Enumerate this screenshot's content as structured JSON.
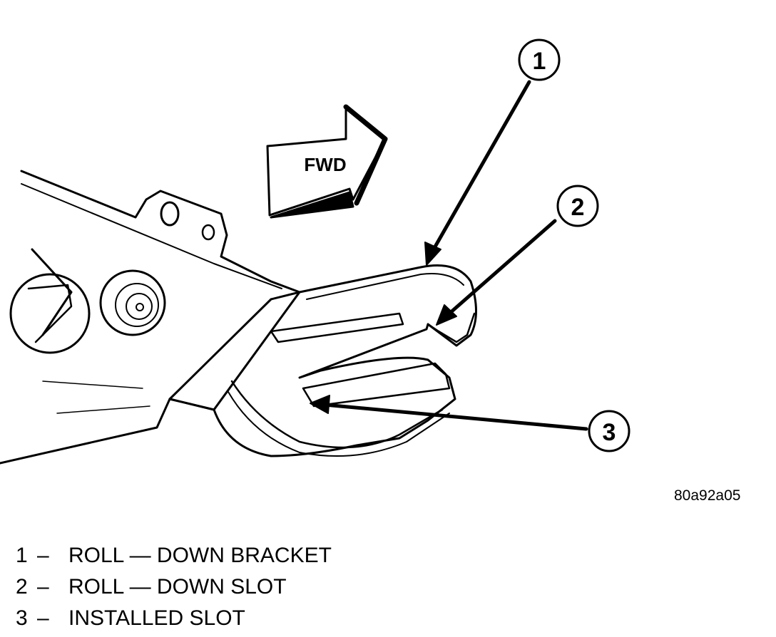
{
  "direction_label": "FWD",
  "callouts": [
    "1",
    "2",
    "3"
  ],
  "figure_id": "80a92a05",
  "legend": [
    {
      "number": "1",
      "separator": "–",
      "text": "ROLL — DOWN BRACKET"
    },
    {
      "number": "2",
      "separator": "–",
      "text": "ROLL — DOWN SLOT"
    },
    {
      "number": "3",
      "separator": "–",
      "text": "INSTALLED SLOT"
    }
  ],
  "colors": {
    "ink": "#000000",
    "paper": "#ffffff"
  }
}
